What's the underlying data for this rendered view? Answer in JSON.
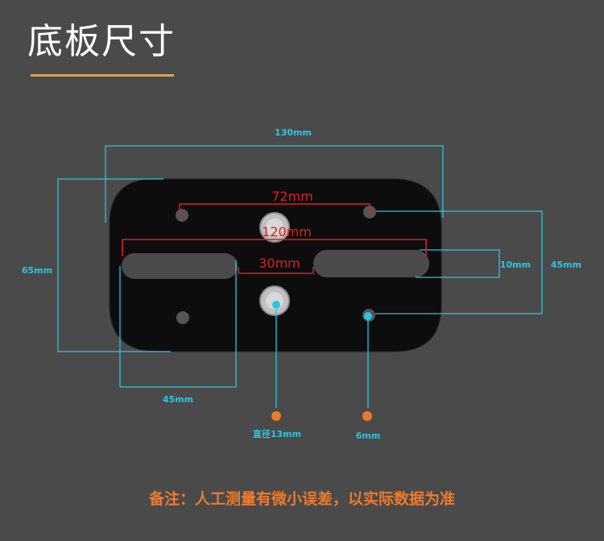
{
  "title": "底板尺寸",
  "dimensions": {
    "overall_width": "130mm",
    "overall_height": "65mm",
    "top_hole_spacing": "72mm",
    "slot_span": "120mm",
    "slot_gap": "30mm",
    "slot_width": "10mm",
    "hole_row_spacing": "45mm",
    "slot_length": "45mm"
  },
  "callouts": {
    "screw_diameter": "直径13mm",
    "hole_diameter": "6mm"
  },
  "footnote": "备注：人工测量有微小误差，以实际数据为准",
  "colors": {
    "background": "#4a4a4a",
    "plate": "#0d0d0d",
    "dimension_cyan": "#28c6e6",
    "dimension_red": "#e01e1e",
    "marker_orange": "#ef7a2a",
    "title_underline": "#d9a15c"
  }
}
